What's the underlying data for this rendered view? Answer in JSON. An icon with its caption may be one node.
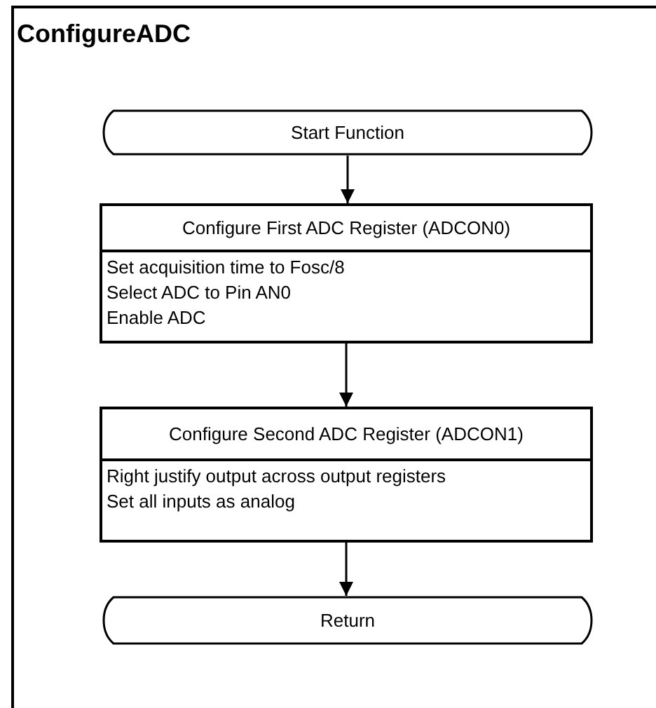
{
  "diagram": {
    "title": "ConfigureADC",
    "nodes": [
      {
        "text": [
          "Start Function"
        ]
      },
      {
        "text": [
          "Configure First ADC Register (ADCON0)",
          "Set acquisition time to Fosc/8",
          "Select ADC to Pin AN0",
          "Enable ADC"
        ]
      },
      {
        "text": [
          "Configure Second ADC Register (ADCON1)",
          "Right justify output across output registers",
          "Set all inputs as analog"
        ]
      },
      {
        "text": [
          "Return"
        ]
      }
    ],
    "edges": [
      {
        "from": 0,
        "to": 1,
        "arrow": "to"
      },
      {
        "from": 1,
        "to": 2,
        "arrow": "to"
      },
      {
        "from": 2,
        "to": 3,
        "arrow": "to"
      }
    ]
  }
}
